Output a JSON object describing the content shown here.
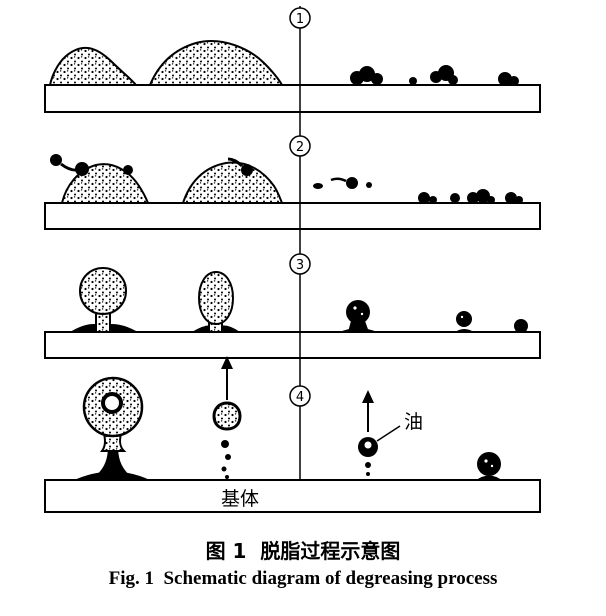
{
  "figure": {
    "stage_markers": [
      "1",
      "2",
      "3",
      "4"
    ],
    "labels": {
      "oil": "油",
      "substrate": "基体"
    },
    "caption_zh": "图 1  脱脂过程示意图",
    "caption_en": "Fig. 1  Schematic diagram of degreasing process",
    "colors": {
      "ink": "#000000",
      "background": "#ffffff"
    }
  }
}
